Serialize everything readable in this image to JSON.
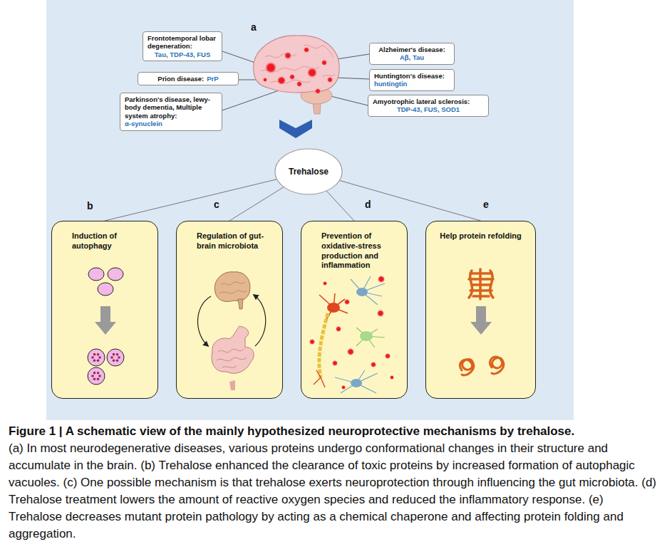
{
  "diagram": {
    "title": "Figure 1 | A schematic view of the mainly hypothesized neuroprotective mechanisms by trehalose.",
    "caption": "(a) In most neurodegenerative diseases, various proteins undergo conformational changes in their structure and accumulate in the brain. (b) Trehalose enhanced the clearance of toxic proteins by increased formation of autophagic vacuoles. (c) One possible mechanism is that trehalose exerts neuroprotection through influencing the gut microbiota. (d) Trehalose treatment lowers the amount of reactive oxygen species and reduced the inflammatory response. (e) Trehalose decreases mutant protein pathology by acting as a chemical chaperone and affecting protein folding and aggregation.",
    "nodes": [
      {
        "text": [
          "Frontotemporal lobar degeneration:",
          "Tau, TDP-43, FUS"
        ]
      },
      {
        "text": [
          "Prion disease:",
          "PrP"
        ]
      },
      {
        "text": [
          "Parkinson's disease, lewy-body dementia, Multiple system atrophy:",
          "α-synuclein"
        ]
      },
      {
        "text": [
          "Alzheimer's disease:",
          "Aβ, Tau"
        ]
      },
      {
        "text": [
          "Huntington's disease:",
          "huntingtin"
        ]
      },
      {
        "text": [
          "Amyotrophic lateral sclerosis:",
          "TDP-43, FUS, SOD1"
        ]
      },
      {
        "text": [
          "Trehalose"
        ]
      },
      {
        "text": [
          "Induction of autophagy"
        ]
      },
      {
        "text": [
          "Regulation of gut-brain microbiota"
        ]
      },
      {
        "text": [
          "Prevention of oxidative-stress production and inflammation"
        ]
      },
      {
        "text": [
          "Help protein refolding"
        ]
      }
    ],
    "edges": [
      {
        "from": 6,
        "to": 7,
        "arrow": "none"
      },
      {
        "from": 6,
        "to": 8,
        "arrow": "none"
      },
      {
        "from": 6,
        "to": 9,
        "arrow": "none"
      },
      {
        "from": 6,
        "to": 10,
        "arrow": "none"
      }
    ],
    "labels": [
      "a",
      "b",
      "c",
      "d",
      "e"
    ]
  }
}
